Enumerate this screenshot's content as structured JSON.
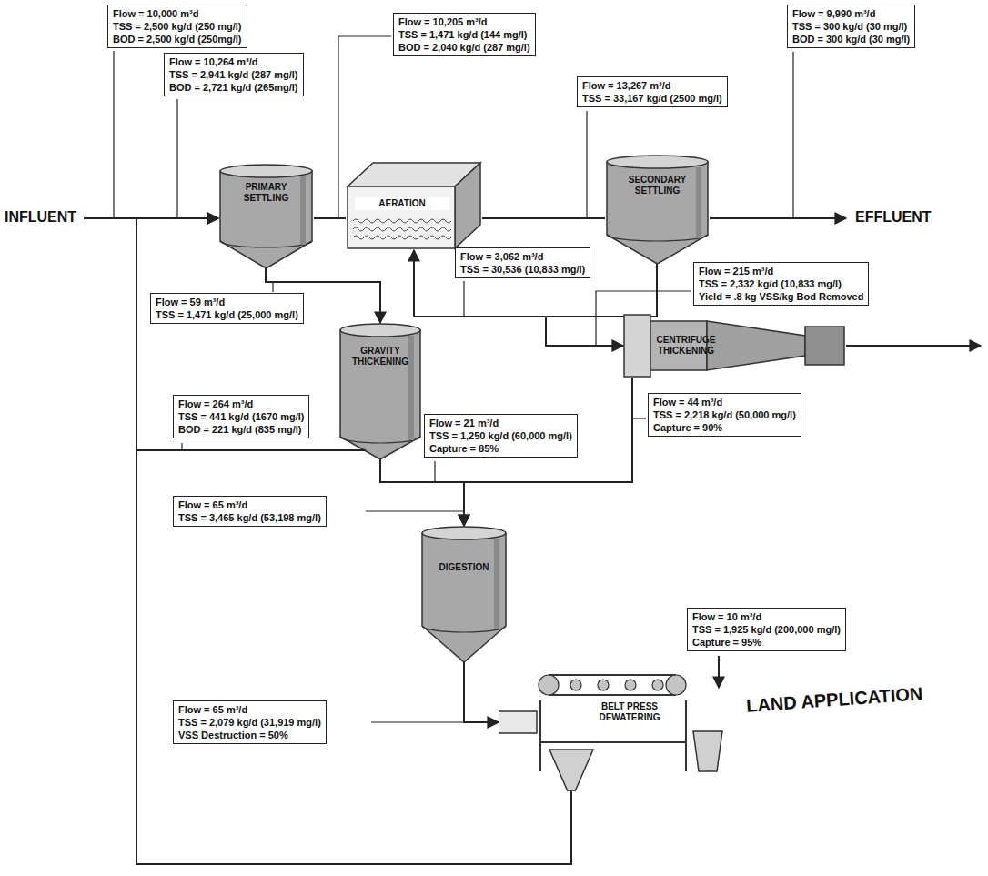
{
  "diagram": {
    "nodes": [
      {
        "text": [
          "Flow = 10,000 m³d",
          "TSS = 2,500 kg/d (250 mg/l)",
          "BOD = 2,500 kg/d (250mg/l)"
        ]
      },
      {
        "text": [
          "Flow = 10,264 m³/d",
          "TSS = 2,941 kg/d (287 mg/l)",
          "BOD = 2,721 kg/d (265mg/l)"
        ]
      },
      {
        "text": [
          "PRIMARY SETTLING"
        ]
      },
      {
        "text": [
          "Flow = 10,205 m³/d",
          "TSS = 1,471 kg/d (144 mg/l)",
          "BOD = 2,040 kg/d (287 mg/l)"
        ]
      },
      {
        "text": [
          "AERATION"
        ]
      },
      {
        "text": [
          "Flow = 13,267 m³/d",
          "TSS = 33,167 kg/d (2500 mg/l)"
        ]
      },
      {
        "text": [
          "SECONDARY SETTLING"
        ]
      },
      {
        "text": [
          "Flow = 9,990 m³/d",
          "TSS = 300 kg/d (30 mg/l)",
          "BOD = 300 kg/d (30 mg/l)"
        ]
      },
      {
        "text": [
          "Flow = 3,062 m³/d",
          "TSS = 30,536 (10,833 mg/l)"
        ]
      },
      {
        "text": [
          "Flow = 215 m³/d",
          "TSS = 2,332 kg/d (10,833 mg/l)",
          "Yield = .8 kg VSS/kg Bod Removed"
        ]
      },
      {
        "text": [
          "CENTRIFUGE THICKENING"
        ]
      },
      {
        "text": [
          "Flow = 59 m³/d",
          "TSS = 1,471 kg/d (25,000 mg/l)"
        ]
      },
      {
        "text": [
          "Flow = 264 m³/d",
          "TSS = 441 kg/d (1670 mg/l)",
          "BOD = 221 kg/d (835 mg/l)"
        ]
      },
      {
        "text": [
          "GRAVITY THICKENING"
        ]
      },
      {
        "text": [
          "Flow = 21 m³/d",
          "TSS = 1,250 kg/d (60,000 mg/l)",
          "Capture = 85%"
        ]
      },
      {
        "text": [
          "Flow = 44 m³/d",
          "TSS = 2,218 kg/d (50,000 mg/l)",
          "Capture = 90%"
        ]
      },
      {
        "text": [
          "Flow = 65 m³/d",
          "TSS = 3,465 kg/d (53,198 mg/l)"
        ]
      },
      {
        "text": [
          "DIGESTION"
        ]
      },
      {
        "text": [
          "Flow = 65 m³/d",
          "TSS = 2,079 kg/d (31,919 mg/l)",
          "VSS Destruction = 50%"
        ]
      },
      {
        "text": [
          "BELT PRESS DEWATERING"
        ]
      },
      {
        "text": [
          "Flow = 10 m³/d",
          "TSS = 1,925 kg/d (200,000 mg/l)",
          "Capture = 95%"
        ]
      }
    ],
    "edges": [
      {
        "from": 2,
        "to": 4,
        "arrow": "none"
      },
      {
        "from": 4,
        "to": 6,
        "arrow": "none"
      },
      {
        "from": 6,
        "to": 4,
        "arrow": "to"
      },
      {
        "from": 6,
        "to": 10,
        "arrow": "to"
      },
      {
        "from": 2,
        "to": 13,
        "arrow": "to"
      },
      {
        "from": 13,
        "to": 17,
        "arrow": "to"
      },
      {
        "from": 10,
        "to": 17,
        "arrow": "to"
      },
      {
        "from": 17,
        "to": 19,
        "arrow": "to"
      },
      {
        "from": 13,
        "to": 2,
        "arrow": "to"
      },
      {
        "from": 19,
        "to": 2,
        "arrow": "to"
      }
    ],
    "labels": [
      "INFLUENT",
      "EFFLUENT",
      "LAND APPLICATION"
    ]
  }
}
